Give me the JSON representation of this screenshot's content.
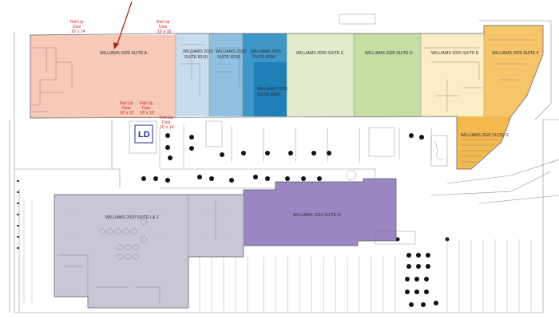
{
  "suites": {
    "a": {
      "label": "WILLIAMS 2020 SUITE A",
      "color": "#f6c9b8"
    },
    "b100": {
      "line1": "WILLIAMS 2020",
      "line2": "SUITE B100",
      "color": "#c8dcec"
    },
    "b200": {
      "line1": "WILLIAMS 2020",
      "line2": "SUITE B200",
      "color": "#8fc0e0"
    },
    "b300": {
      "line1": "WILLIAMS 2020",
      "line2": "SUITE B300",
      "color": "#3d97c8"
    },
    "b400": {
      "line1": "WILLIAMS 2020",
      "line2": "SUITE B400",
      "color": "#1f7fb8"
    },
    "c": {
      "label": "WILLIAMS 2020 SUITE C",
      "color": "#e2eccd"
    },
    "d": {
      "label": "WILLIAMS 2020 SUITE D",
      "color": "#c6dda4"
    },
    "e": {
      "label": "WILLIAMS 2020 SUITE E",
      "color": "#fbeec6"
    },
    "f": {
      "label": "WILLIAMS 2020 SUITE F",
      "color": "#f6c56a"
    },
    "g": {
      "label": "WILLIAMS 2020 SUITE G",
      "color": "#f3b84e"
    },
    "ij": {
      "label": "WILLIAMS 2010 SUITE I & J",
      "color": "#cbc6d6"
    },
    "h": {
      "label": "WILLIAMS 2010 SUITE H",
      "color": "#9a86c3"
    }
  },
  "doors": {
    "d1": {
      "line1": "Roll Up",
      "line2": "Door",
      "line3": "10' x 14'"
    },
    "d2": {
      "line1": "Roll Up",
      "line2": "Door",
      "line3": "10' x 16'"
    },
    "d3": {
      "line1": "Roll Up",
      "line2": "Door",
      "line3": "10' x 12'"
    },
    "d4": {
      "line1": "Roll Up",
      "line2": "Door",
      "line3": "10' x 12'"
    },
    "d5": {
      "line1": "Roll Up",
      "line2": "Door",
      "line3": "10' x 14'"
    }
  },
  "ld": {
    "label": "LD",
    "color": "#1d2b8f"
  },
  "colors": {
    "arrow": "#b3241d",
    "wall": "#5a5a5a",
    "tree": "#111111"
  }
}
